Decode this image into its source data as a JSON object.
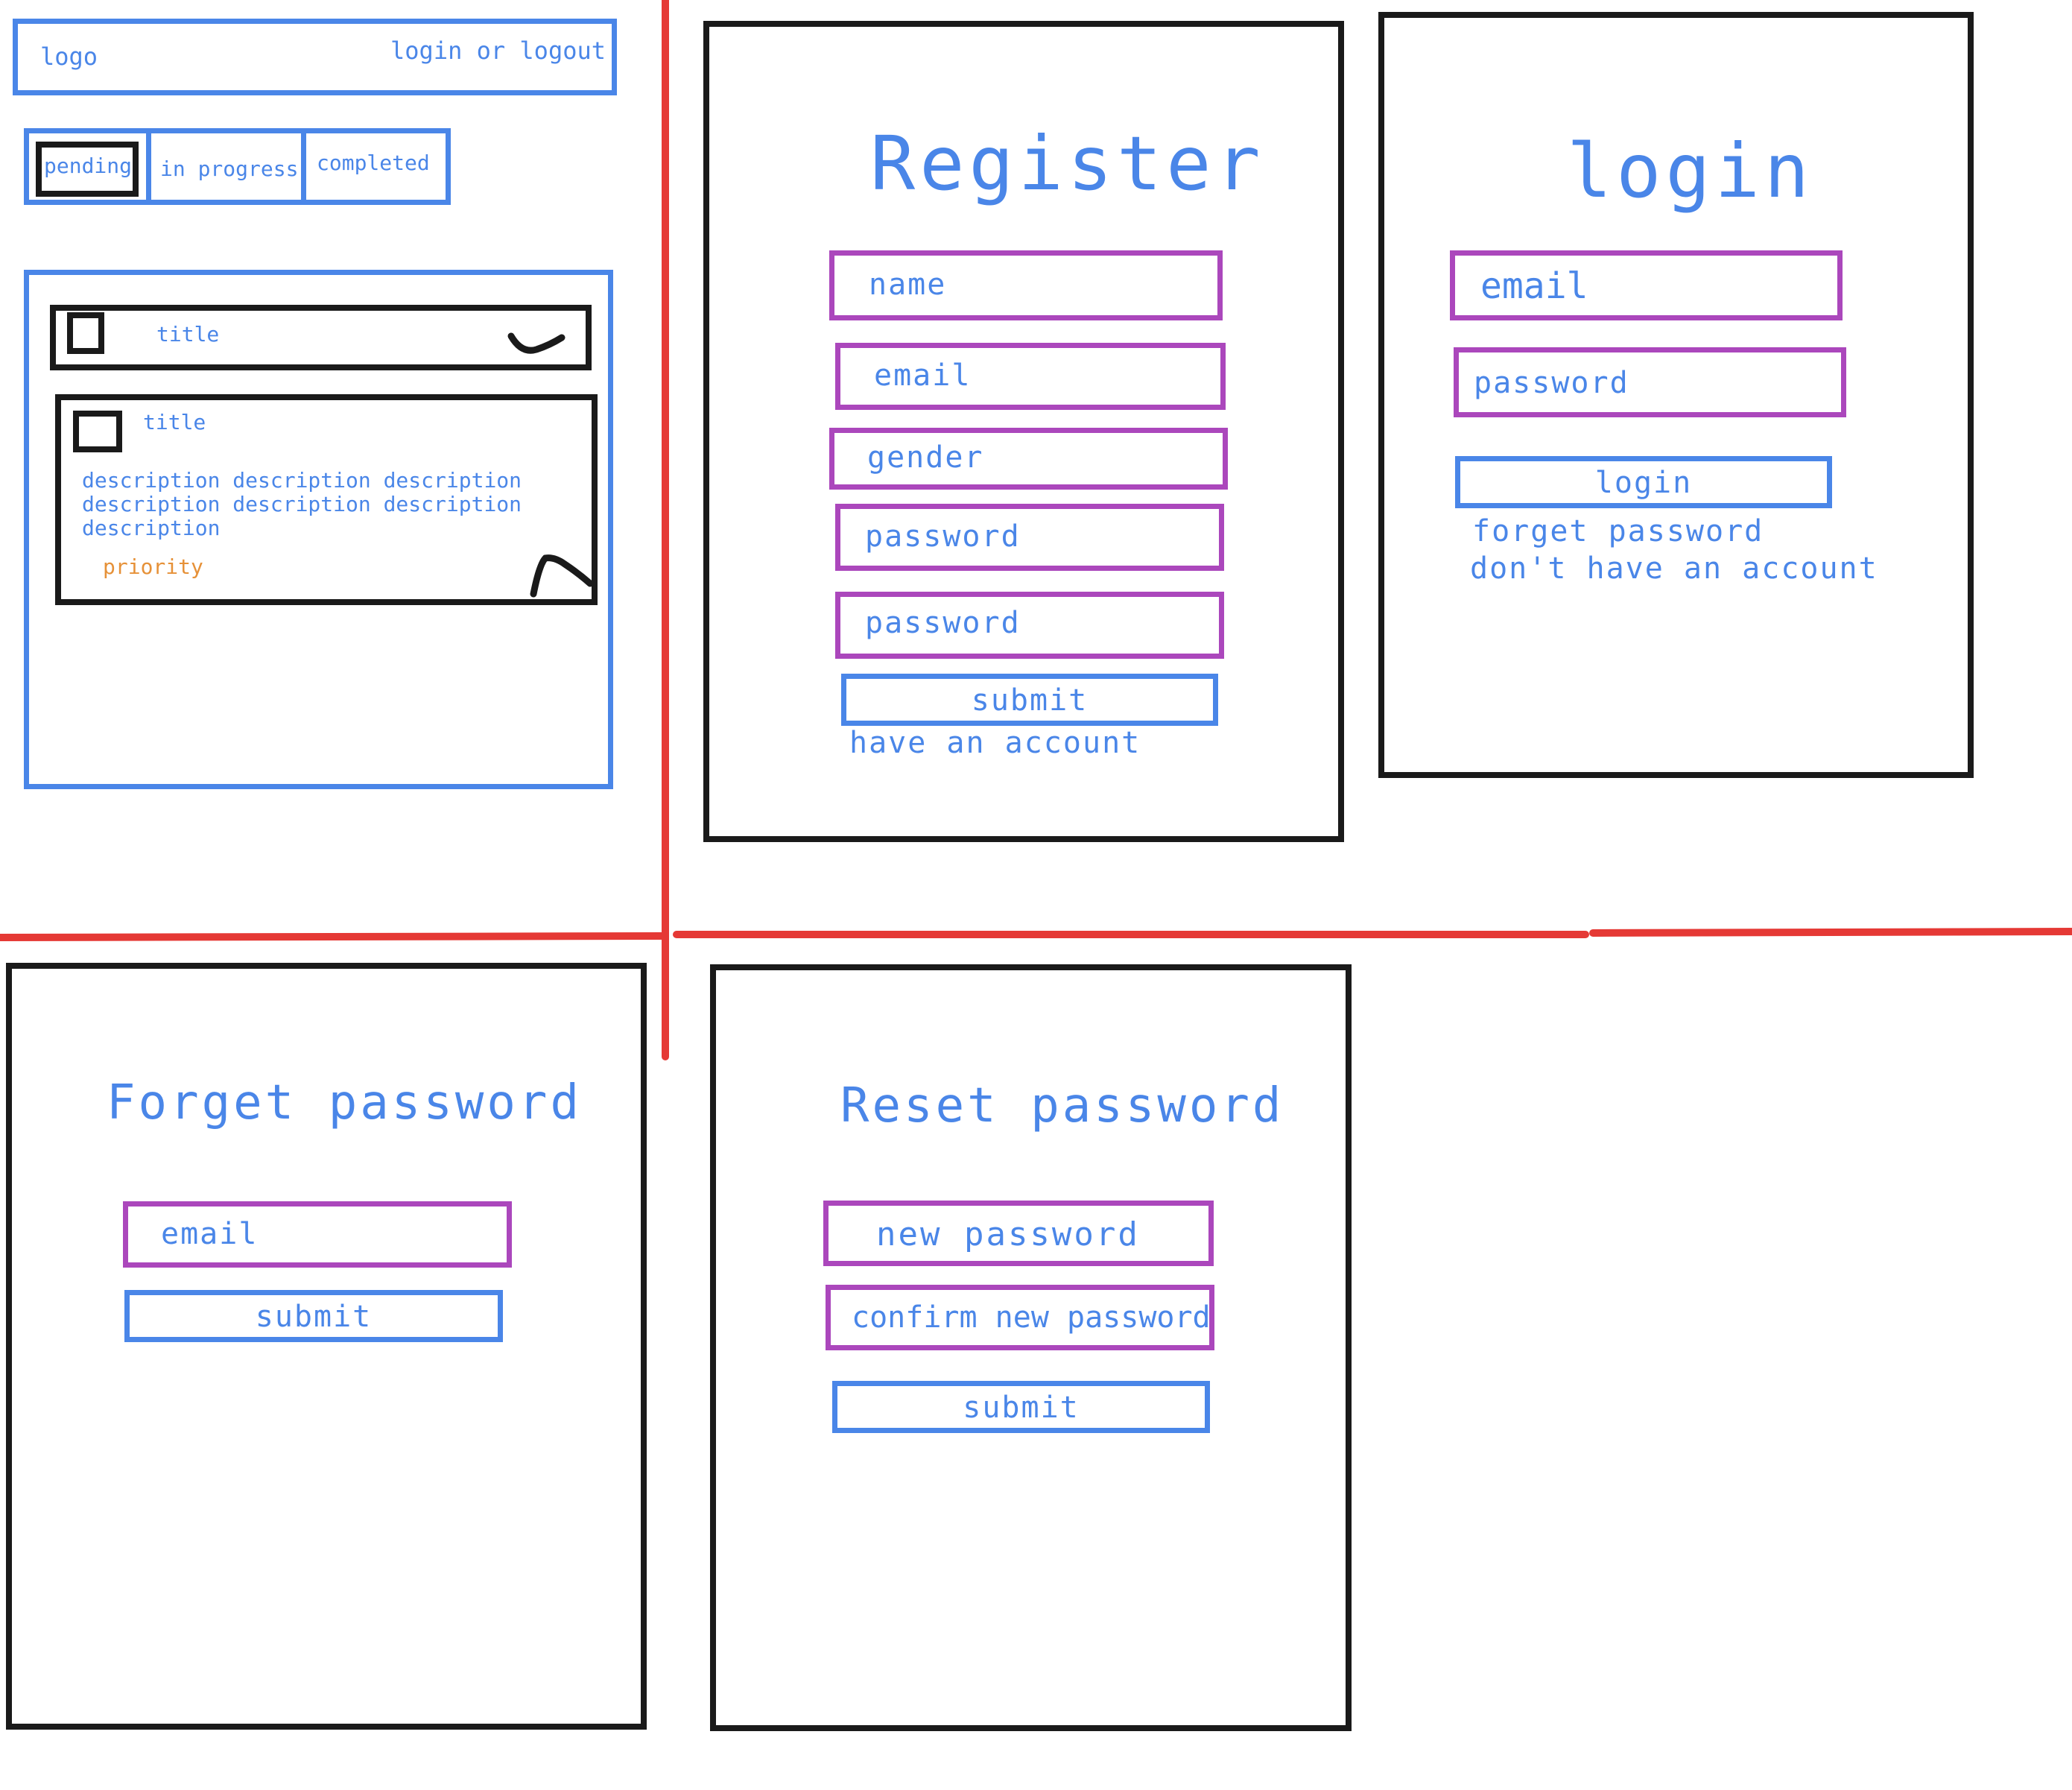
{
  "colors": {
    "blue": "#4a86e8",
    "black": "#1a1a1a",
    "purple": "#ab47bc",
    "red": "#e53935",
    "orange": "#e69138"
  },
  "dashboard": {
    "header": {
      "logo": "logo",
      "auth_link": "login or logout"
    },
    "tabs": [
      "pending",
      "in progress",
      "completed"
    ],
    "collapsed_task": {
      "title": "title",
      "icon": "chevron-down-icon"
    },
    "expanded_task": {
      "title": "title",
      "description_lines": [
        "description description description",
        "description description description",
        "description"
      ],
      "priority": "priority",
      "icon": "chevron-up-icon"
    }
  },
  "register": {
    "heading": "Register",
    "fields": [
      "name",
      "email",
      "gender",
      "password",
      "password"
    ],
    "submit": "submit",
    "link": "have an account"
  },
  "login": {
    "heading": "login",
    "fields": [
      "email",
      "password"
    ],
    "submit": "login",
    "links": [
      "forget password",
      "don't have an account"
    ]
  },
  "forget_password": {
    "heading": "Forget password",
    "field": "email",
    "submit": "submit"
  },
  "reset_password": {
    "heading": "Reset password",
    "fields": [
      "new password",
      "confirm new password"
    ],
    "submit": "submit"
  }
}
